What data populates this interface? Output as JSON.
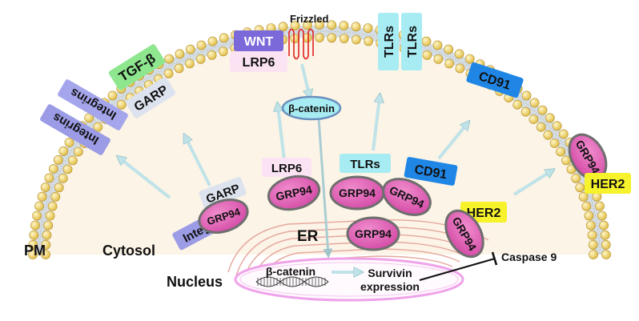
{
  "labels": {
    "pm": "PM",
    "cytosol": "Cytosol",
    "nucleus": "Nucleus",
    "er": "ER",
    "frizzled": "Frizzled",
    "beta_catenin_cyto": "β-catenin",
    "beta_catenin_nuc": "β-catenin",
    "survivin_line1": "Survivin",
    "survivin_line2": "expression",
    "caspase": "Caspase 9"
  },
  "membrane_proteins": {
    "integrins_1": "Integrins",
    "integrins_2": "Integrins",
    "tgf_beta": "TGF-β",
    "garp": "GARP",
    "wnt": "WNT",
    "lrp6": "LRP6",
    "tlrs_1": "TLRs",
    "tlrs_2": "TLRs",
    "cd91": "CD91",
    "grp94": "GRP94",
    "her2": "HER2"
  },
  "er_proteins": {
    "integrins": "Integrins",
    "garp": "GARP",
    "lrp6": "LRP6",
    "tlrs": "TLRs",
    "cd91": "CD91",
    "her2": "HER2",
    "grp94_a": "GRP94",
    "grp94_b": "GRP94",
    "grp94_c": "GRP94",
    "grp94_d": "GRP94",
    "grp94_e": "GRP94",
    "grp94_f": "GRP94"
  },
  "colors": {
    "integrins": "#9b9be6",
    "garp": "#dde3ee",
    "tgf_beta": "#8ee68e",
    "wnt": "#7b68d9",
    "lrp6": "#fbe3f3",
    "tlrs": "#a8ecf3",
    "cd91": "#1f86e6",
    "her2": "#f6f22c",
    "grp94": "#e060b4",
    "membrane_head": "#f2d86a",
    "cytosol": "#fcf4e6",
    "arrow": "#bfe3e8",
    "frizzled": "#e02020"
  }
}
